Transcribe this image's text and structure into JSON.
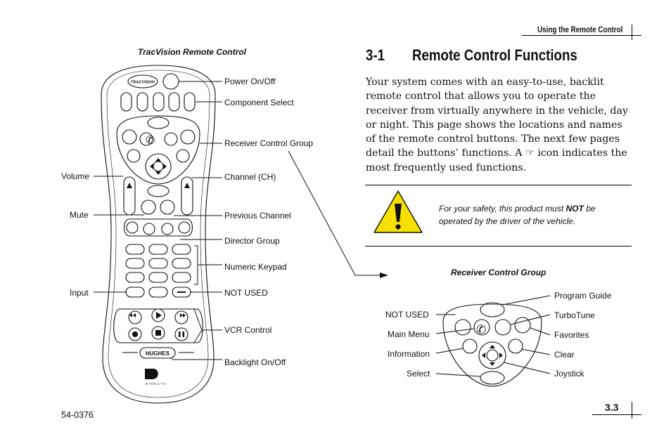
{
  "header": {
    "running_title": "Using the Remote Control"
  },
  "remote_figure": {
    "title": "TracVision Remote Control",
    "logo_text": "TRACVISION",
    "brand_text": "HUGHES",
    "directv_text": "DIRECTV",
    "left_labels": {
      "volume": "Volume",
      "mute": "Mute",
      "input": "Input"
    },
    "right_labels": {
      "power": "Power On/Off",
      "component_select": "Component Select",
      "receiver_control_group": "Receiver Control Group",
      "channel": "Channel (CH)",
      "previous_channel": "Previous Channel",
      "director_group": "Director Group",
      "numeric_keypad": "Numeric Keypad",
      "not_used": "NOT USED",
      "vcr_control": "VCR Control",
      "backlight": "Backlight On/Off"
    }
  },
  "section": {
    "number": "3-1",
    "title": "Remote Control Functions",
    "body": "Your system comes with an easy-to-use, backlit remote control that allows you to operate the receiver from virtually anywhere in the vehicle, day or night. This page shows the locations and names of the remote control buttons. The next few pages detail the buttons’ functions. A ☞ icon indicates the most frequently used functions."
  },
  "warning": {
    "icon": "warning-triangle-icon",
    "text_before": "For your safety, this product must ",
    "text_bold": "NOT",
    "text_after": " be operated by the driver of the vehicle."
  },
  "receiver_group_figure": {
    "title": "Receiver Control Group",
    "left_labels": {
      "not_used": "NOT USED",
      "main_menu": "Main Menu",
      "information": "Information",
      "select": "Select"
    },
    "right_labels": {
      "program_guide": "Program Guide",
      "turbotune": "TurboTune",
      "favorites": "Favorites",
      "clear": "Clear",
      "joystick": "Joystick"
    }
  },
  "footer": {
    "doc_number": "54-0376",
    "page_number": "3.3"
  },
  "colors": {
    "warning_yellow": "#f5e000",
    "text": "#111111"
  }
}
